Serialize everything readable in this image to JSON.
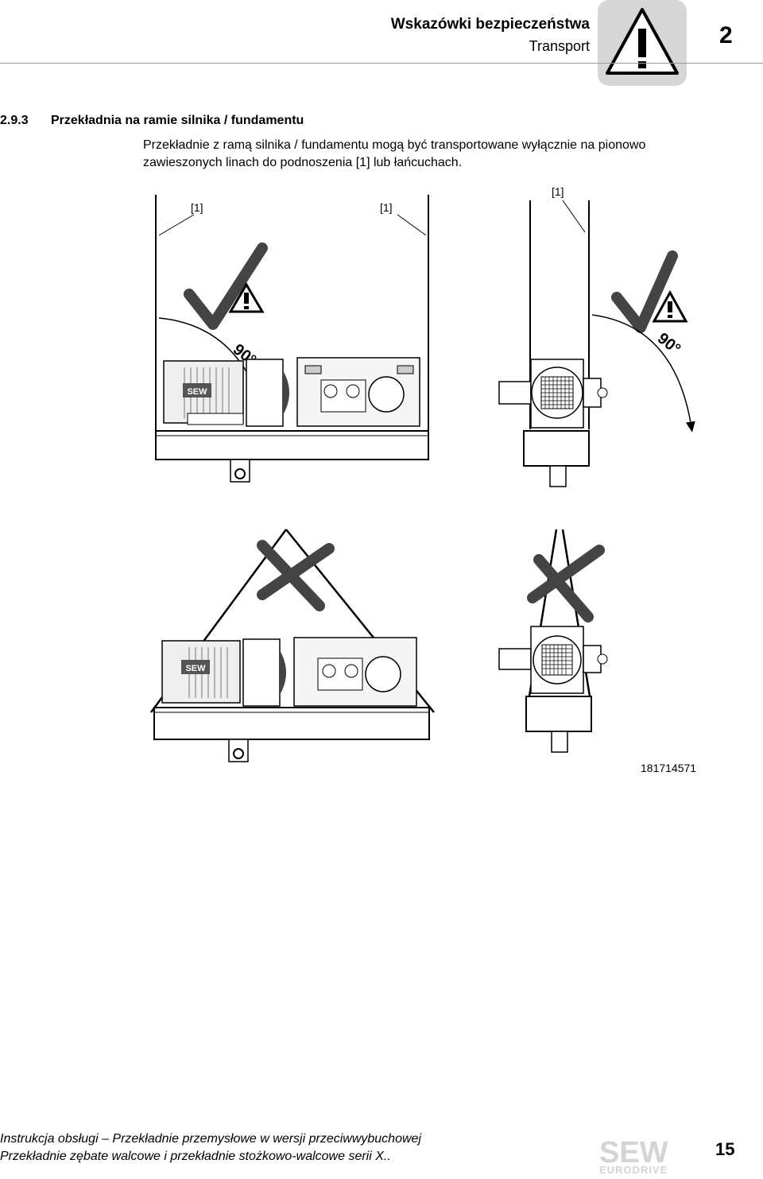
{
  "header": {
    "title": "Wskazówki bezpieczeństwa",
    "subtitle": "Transport",
    "chapter": "2",
    "warning_icon": "warning-triangle-icon"
  },
  "section": {
    "number": "2.9.3",
    "title": "Przekładnia na ramie silnika / fundamentu"
  },
  "body": {
    "paragraph": "Przekładnie z ramą silnika / fundamentu mogą być transportowane wyłącznie na pionowo zawieszonych linach do podnoszenia [1] lub łańcuchach."
  },
  "figure": {
    "label_1": "[1]",
    "angle": "90°",
    "brand": "SEW",
    "correct_icon": "checkmark-icon",
    "wrong_icon": "cross-icon",
    "figure_id": "181714571"
  },
  "footer": {
    "line1": "Instrukcja obsługi – Przekładnie przemysłowe w wersji przeciwwybuchowej",
    "line2": "Przekładnie zębate walcowe i przekładnie stożkowo-walcowe serii X..",
    "page_number": "15",
    "logo_top": "SEW",
    "logo_bottom": "EURODRIVE"
  }
}
